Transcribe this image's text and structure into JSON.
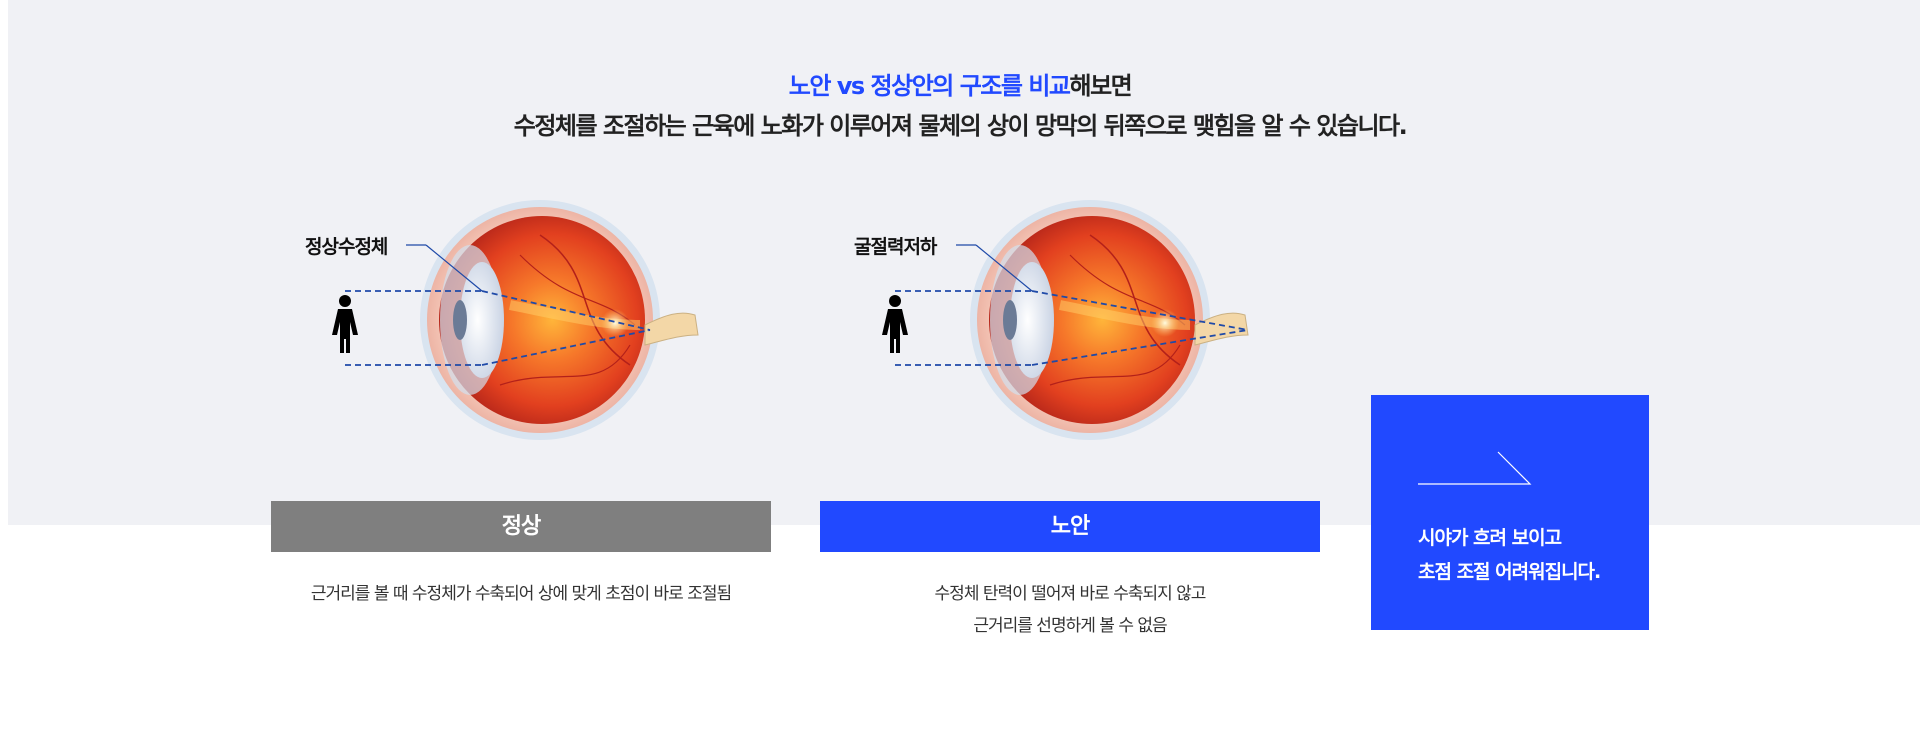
{
  "heading": {
    "line1_highlight": "노안 vs 정상안의 구조를 비교",
    "line1_rest": "해보면",
    "line2": "수정체를 조절하는 근육에 노화가 이루어져 물체의 상이 망막의 뒤쪽으로 맺힘을 알 수 있습니다."
  },
  "normal_eye": {
    "annotation": "정상수정체",
    "bar_label": "정상",
    "description_lines": [
      "근거리를 볼 때 수정체가 수축되어 상에 맞게 초점이 바로 조절됨"
    ]
  },
  "presbyopia_eye": {
    "annotation": "굴절력저하",
    "bar_label": "노안",
    "description_lines": [
      "수정체 탄력이 떨어져 바로 수축되지 않고",
      "근거리를 선명하게 볼 수 없음"
    ]
  },
  "callout": {
    "icon": "arrow-right-icon",
    "line1": "시야가 흐려 보이고",
    "line2": "초점 조절 어려워집니다."
  },
  "colors": {
    "accent": "#2149ff",
    "normal_bar": "#7f7f7f",
    "background_band": "#f0f1f5",
    "ray": "#1f4aa8"
  }
}
